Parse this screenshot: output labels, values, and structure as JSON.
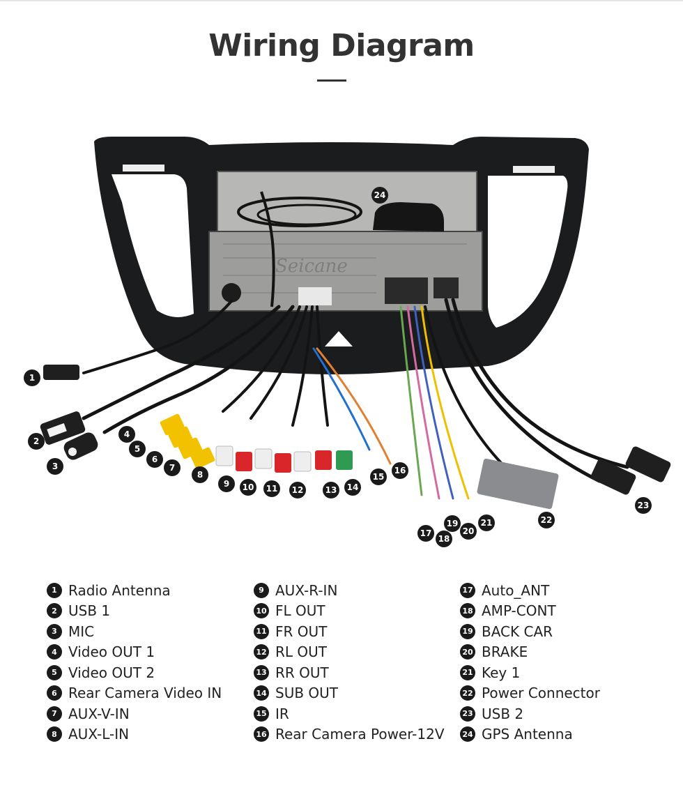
{
  "header": {
    "title": "Wiring Diagram"
  },
  "watermark": "Seicane",
  "callouts": [
    "1",
    "2",
    "3",
    "4",
    "5",
    "6",
    "7",
    "8",
    "9",
    "10",
    "11",
    "12",
    "13",
    "14",
    "15",
    "16",
    "17",
    "18",
    "19",
    "20",
    "21",
    "22",
    "23",
    "24"
  ],
  "legend": [
    {
      "num": "1",
      "label": "Radio Antenna"
    },
    {
      "num": "2",
      "label": "USB 1"
    },
    {
      "num": "3",
      "label": "MIC"
    },
    {
      "num": "4",
      "label": "Video OUT 1"
    },
    {
      "num": "5",
      "label": "Video OUT 2"
    },
    {
      "num": "6",
      "label": "Rear Camera Video IN"
    },
    {
      "num": "7",
      "label": "AUX-V-IN"
    },
    {
      "num": "8",
      "label": "AUX-L-IN"
    },
    {
      "num": "9",
      "label": "AUX-R-IN"
    },
    {
      "num": "10",
      "label": "FL OUT"
    },
    {
      "num": "11",
      "label": "FR OUT"
    },
    {
      "num": "12",
      "label": "RL OUT"
    },
    {
      "num": "13",
      "label": "RR OUT"
    },
    {
      "num": "14",
      "label": "SUB OUT"
    },
    {
      "num": "15",
      "label": "IR"
    },
    {
      "num": "16",
      "label": "Rear Camera Power-12V"
    },
    {
      "num": "17",
      "label": "Auto_ANT"
    },
    {
      "num": "18",
      "label": "AMP-CONT"
    },
    {
      "num": "19",
      "label": "BACK CAR"
    },
    {
      "num": "20",
      "label": "BRAKE"
    },
    {
      "num": "21",
      "label": "Key 1"
    },
    {
      "num": "22",
      "label": "Power Connector"
    },
    {
      "num": "23",
      "label": "USB 2"
    },
    {
      "num": "24",
      "label": "GPS Antenna"
    }
  ],
  "colors": {
    "frame": "#1b1c1e",
    "chassis": "#a9a9a7",
    "cable": "#141414",
    "rca_yellow": "#f2c200",
    "rca_red": "#d9262b",
    "rca_white": "#eeeeee",
    "rca_green": "#2f9a52"
  }
}
